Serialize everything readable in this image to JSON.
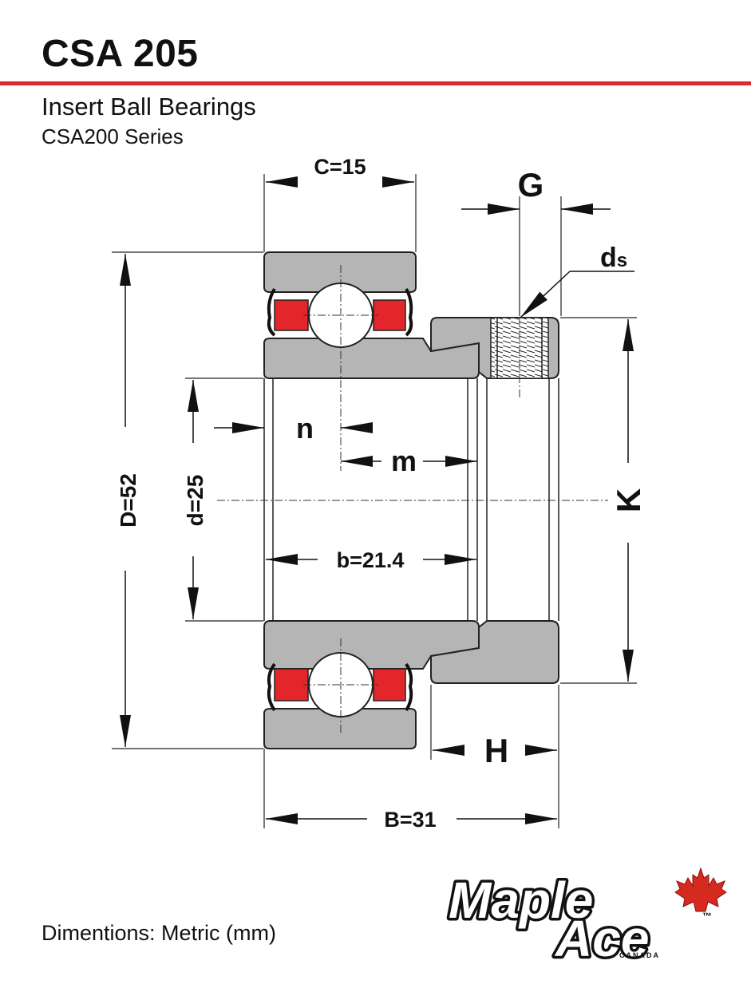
{
  "header": {
    "title": "CSA 205",
    "subtitle": "Insert Ball Bearings",
    "series": "CSA200 Series",
    "accent_color": "#e3262b"
  },
  "drawing": {
    "label_C": "C=15",
    "label_G": "G",
    "label_ds_main": "d",
    "label_ds_sub": "s",
    "label_n": "n",
    "label_m": "m",
    "label_D": "D=52",
    "label_d": "d=25",
    "label_K": "K",
    "label_b": "b=21.4",
    "label_H": "H",
    "label_B": "B=31",
    "body_color": "#b5b5b5",
    "seal_color": "#e3262b"
  },
  "logo": {
    "line1": "Maple",
    "line2": "Ace",
    "country": "CANADA",
    "trademark": "™",
    "leaf_icon": "maple-leaf-icon"
  },
  "footer": {
    "units": "Dimentions: Metric (mm)"
  }
}
